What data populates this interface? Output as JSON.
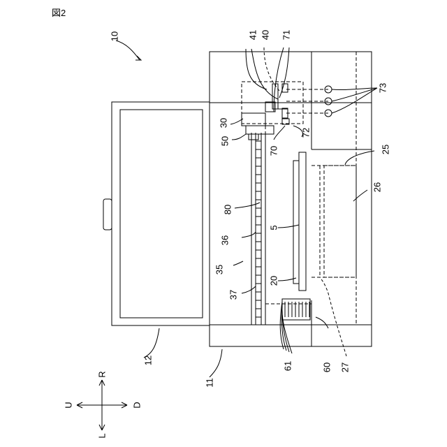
{
  "figure_title": "図2",
  "reference_numerals": {
    "n10": "10",
    "n11": "11",
    "n12": "12",
    "n20": "20",
    "n25": "25",
    "n26": "26",
    "n27": "27",
    "n30": "30",
    "n35": "35",
    "n36": "36",
    "n37": "37",
    "n40": "40",
    "n41": "41",
    "n5": "5",
    "n50": "50",
    "n60": "60",
    "n61": "61",
    "n70": "70",
    "n71": "71",
    "n72": "72",
    "n73": "73",
    "n80": "80"
  },
  "direction_labels": {
    "right": "R",
    "left": "L",
    "up": "U",
    "down": "D"
  }
}
